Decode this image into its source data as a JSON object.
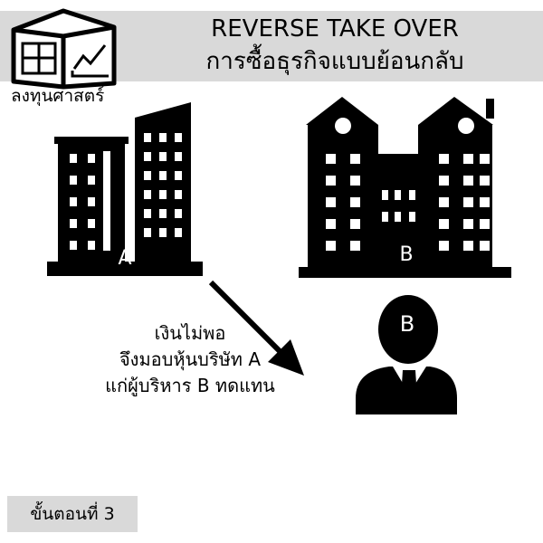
{
  "logo": {
    "text": "ลงทุนศาสตร์",
    "icon": "box-chart-icon"
  },
  "title": {
    "line1": "REVERSE TAKE OVER",
    "line2": "การซื้อธุรกิจแบบย้อนกลับ"
  },
  "buildings": {
    "a_label": "A",
    "b_label": "B"
  },
  "person": {
    "label": "B"
  },
  "caption": {
    "line1": "เงินไม่พอ",
    "line2": "จึงมอบหุ้นบริษัท A",
    "line3": "แก่ผู้บริหาร B ทดแทน"
  },
  "step": {
    "label": "ขั้นตอนที่ 3"
  },
  "colors": {
    "band": "#d9d9d9",
    "ink": "#000000",
    "background": "#ffffff"
  }
}
